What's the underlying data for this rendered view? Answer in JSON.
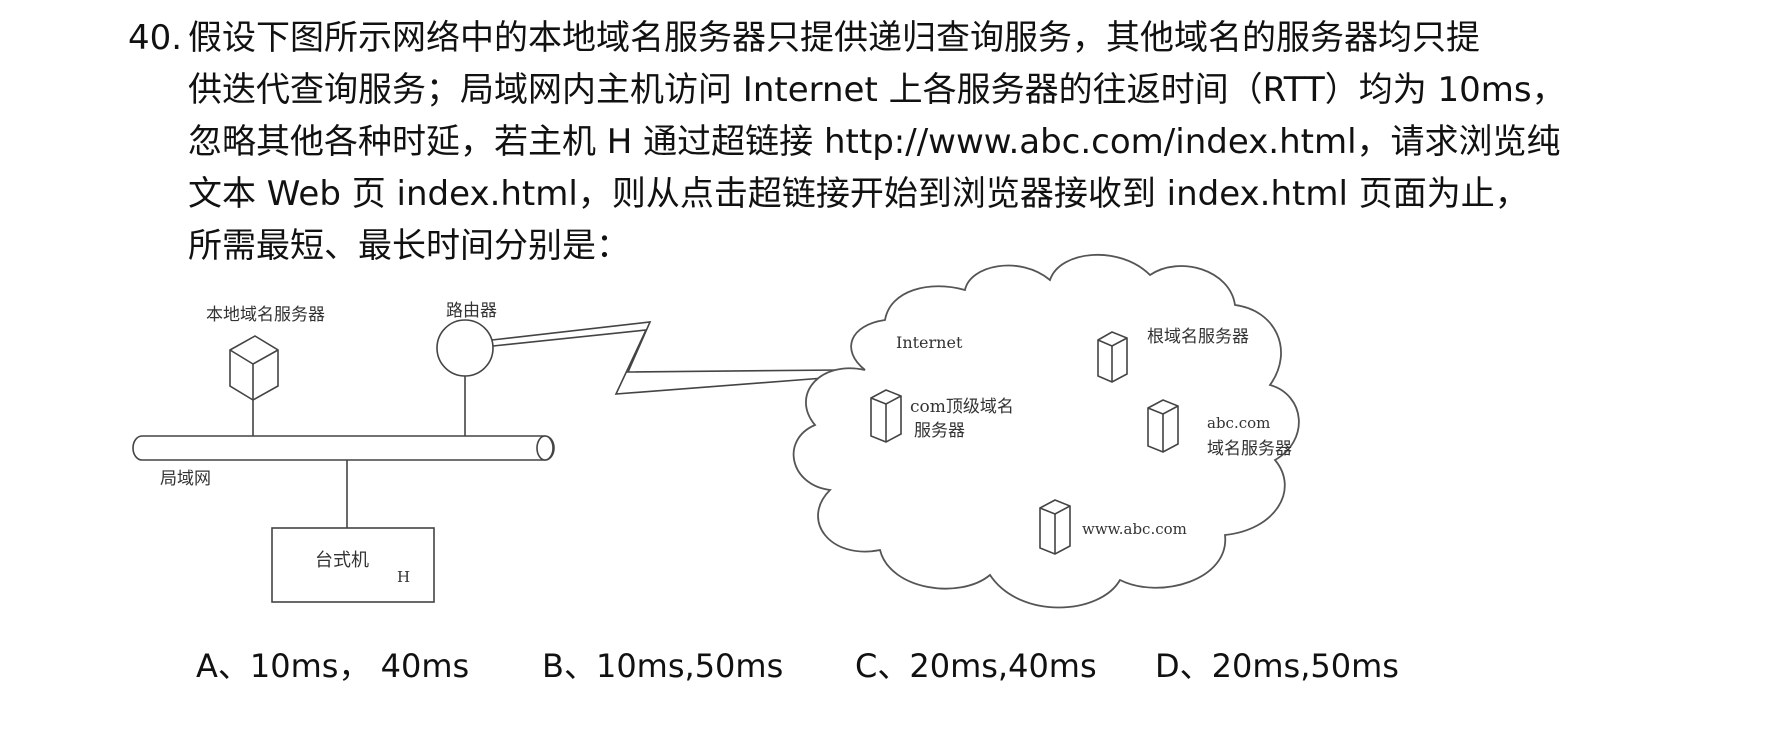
{
  "question": {
    "number": "40.",
    "lines": [
      "假设下图所示网络中的本地域名服务器只提供递归查询服务，其他域名的服务器均只提",
      "供迭代查询服务；局域网内主机访问 Internet 上各服务器的往返时间（RTT）均为 10ms，",
      "忽略其他各种时延，若主机 H 通过超链接 http://www.abc.com/index.html，请求浏览纯",
      "文本 Web 页 index.html，则从点击超链接开始到浏览器接收到 index.html 页面为止，",
      "所需最短、最长时间分别是："
    ]
  },
  "diagram": {
    "local_dns_label": "本地域名服务器",
    "router_label": "路由器",
    "lan_label": "局域网",
    "host_label": "台式机",
    "host_name": "H",
    "internet_label": "Internet",
    "root_dns_label": "根域名服务器",
    "com_dns_label_1": "com顶级域名",
    "com_dns_label_2": "服务器",
    "abc_dns_label_1": "abc.com",
    "abc_dns_label_2": "域名服务器",
    "www_label": "www.abc.com"
  },
  "choices": [
    {
      "key": "A",
      "text": "A、10ms， 40ms"
    },
    {
      "key": "B",
      "text": "B、10ms,50ms"
    },
    {
      "key": "C",
      "text": "C、20ms,40ms"
    },
    {
      "key": "D",
      "text": "D、20ms,50ms"
    }
  ]
}
